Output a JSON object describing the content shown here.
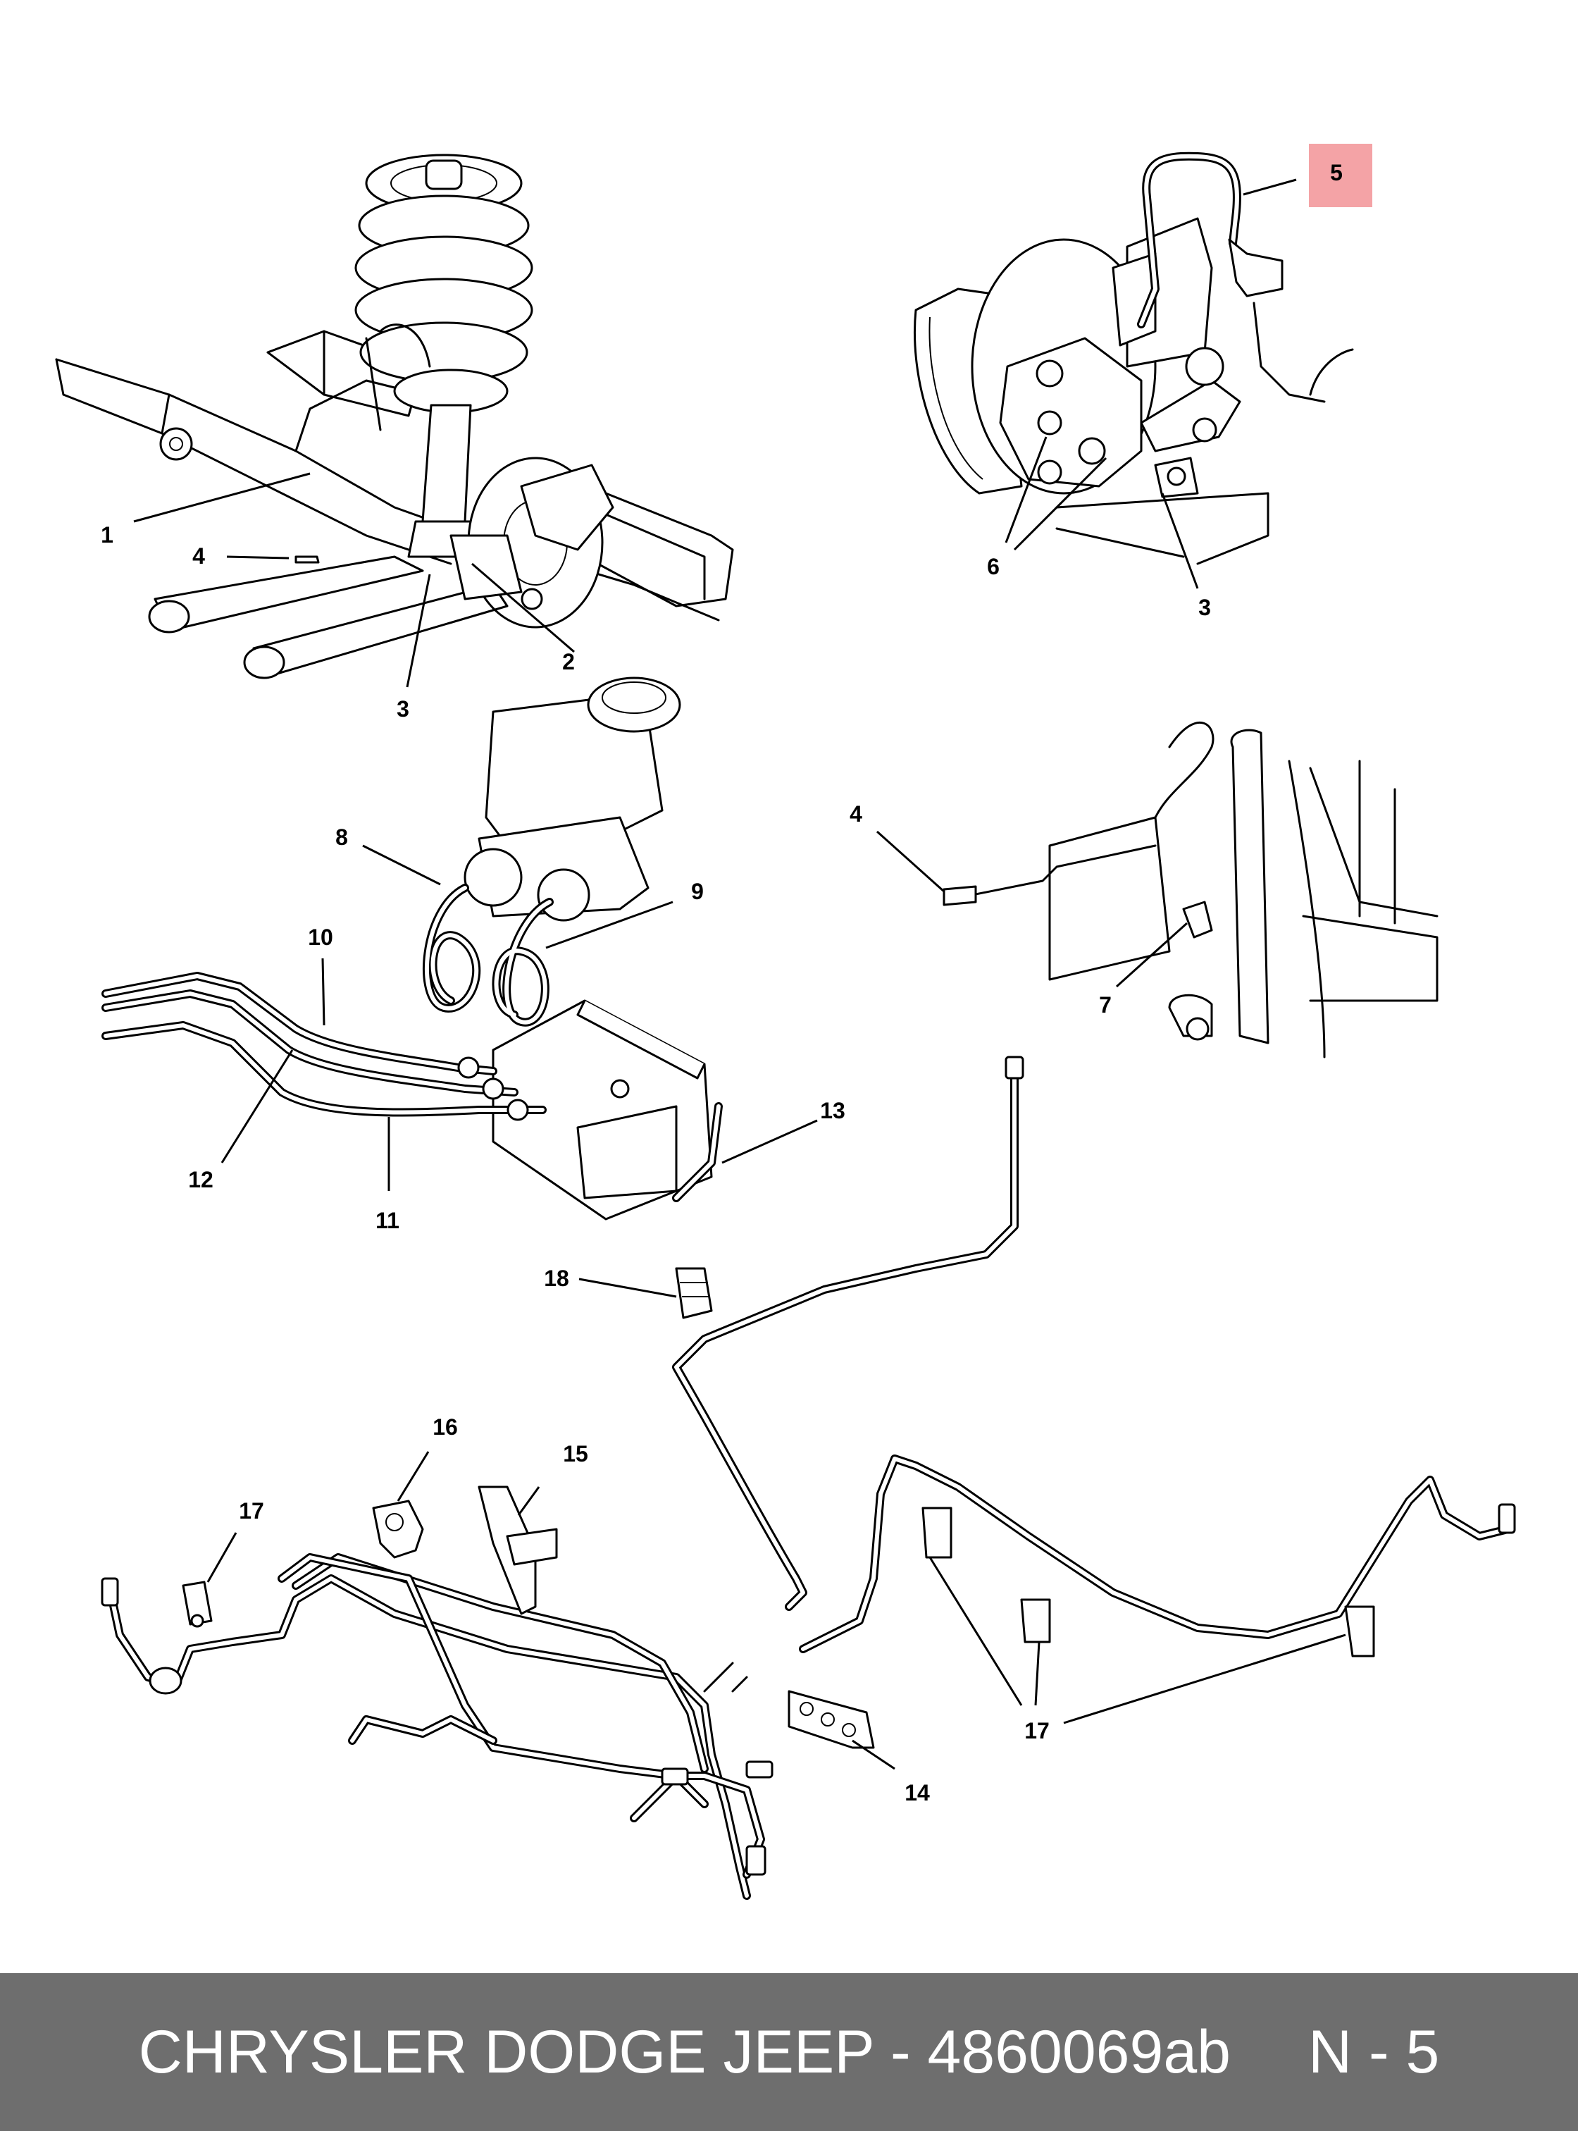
{
  "callouts": [
    {
      "id": "c1",
      "label": "1"
    },
    {
      "id": "c2",
      "label": "2"
    },
    {
      "id": "c3a",
      "label": "3"
    },
    {
      "id": "c3b",
      "label": "3"
    },
    {
      "id": "c4a",
      "label": "4"
    },
    {
      "id": "c4b",
      "label": "4"
    },
    {
      "id": "c5",
      "label": "5",
      "highlight": "#f4a3a6"
    },
    {
      "id": "c6",
      "label": "6"
    },
    {
      "id": "c7",
      "label": "7"
    },
    {
      "id": "c8",
      "label": "8"
    },
    {
      "id": "c9",
      "label": "9"
    },
    {
      "id": "c10",
      "label": "10"
    },
    {
      "id": "c11",
      "label": "11"
    },
    {
      "id": "c12",
      "label": "12"
    },
    {
      "id": "c13",
      "label": "13"
    },
    {
      "id": "c14",
      "label": "14"
    },
    {
      "id": "c15",
      "label": "15"
    },
    {
      "id": "c16",
      "label": "16"
    },
    {
      "id": "c17a",
      "label": "17"
    },
    {
      "id": "c17b",
      "label": "17"
    },
    {
      "id": "c18",
      "label": "18"
    }
  ],
  "footer": {
    "brand_part": "CHRYSLER DODGE JEEP - 4860069ab",
    "page": "N - 5",
    "background": "#6e6e6e",
    "text_color": "#ffffff"
  }
}
